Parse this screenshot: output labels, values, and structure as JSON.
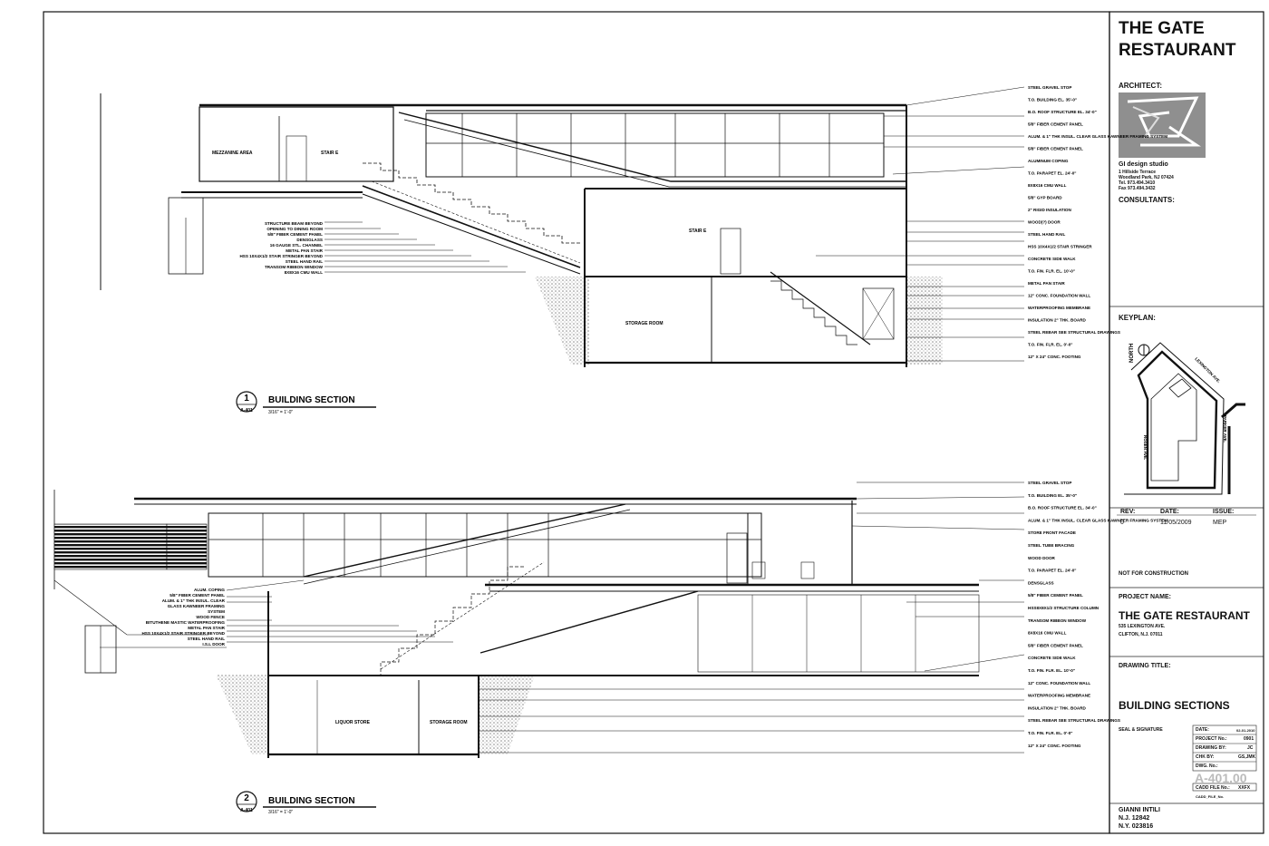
{
  "title_block": {
    "project_title_line1": "THE GATE",
    "project_title_line2": "RESTAURANT",
    "architect_label": "ARCHITECT:",
    "architect_firm": "GI design studio",
    "architect_address": [
      "1 Hillside Terrace",
      "Woodland Park, NJ 07424",
      "Tel. 973.494.3410",
      "Fax 973.494.3432"
    ],
    "consultants_label": "CONSULTANTS:",
    "keyplan_label": "KEYPLAN:",
    "keyplan_north": "NORTH",
    "keyplan_streets": [
      "LEXINGTON AVE.",
      "ROSEN AVE.",
      "PARKER AVE."
    ],
    "revision_headers": [
      "REV:",
      "DATE:",
      "ISSUE:"
    ],
    "revision_rows": [
      {
        "rev": "0",
        "date": "11/05/2009",
        "issue": "MEP"
      }
    ],
    "not_for_construction": "NOT FOR CONSTRUCTION",
    "project_name_label": "PROJECT NAME:",
    "project_name": "THE GATE RESTAURANT",
    "project_address_1": "535 LEXINGTON AVE.",
    "project_address_2": "CLIFTON, N.J. 07011",
    "drawing_title_label": "DRAWING TITLE:",
    "drawing_title": "BUILDING SECTIONS",
    "seal_label": "SEAL & SIGNATURE",
    "info_rows": [
      {
        "label": "DATE:",
        "value": "02-01-2010"
      },
      {
        "label": "PROJECT No.:",
        "value": "0901"
      },
      {
        "label": "DRAWING BY:",
        "value": "JC"
      },
      {
        "label": "CHK BY:",
        "value": "GS,JMK"
      },
      {
        "label": "DWG. No.:",
        "value": ""
      }
    ],
    "sheet_number": "A-401.00",
    "cadd_label": "CADD FILE No.:",
    "cadd_value": "XXFX",
    "cadd_file": "CADD_FILE_No.",
    "signer_name": "GIANNI INTILI",
    "signer_nj": "N.J. 12842",
    "signer_ny": "N.Y. 023816"
  },
  "sections": [
    {
      "number": "1",
      "sheet_ref": "A-401",
      "title": "BUILDING SECTION",
      "scale": "3/16\" = 1'-0\"",
      "rooms": [
        "MEZZANINE AREA",
        "STAIR E",
        "STAIR E",
        "STORAGE ROOM"
      ],
      "left_notes": [
        "STRUCTURE BEAM BEYOND",
        "OPENING TO DINING ROOM",
        "5/8\" FIBER CEMENT PANEL",
        "DENSGLASS",
        "16 GAUGE STL. CHANNEL",
        "METAL PAN STAIR",
        "HSS 10X4X1/2 STAIR STRINGER BEYOND",
        "STEEL HAND RAIL",
        "TRANSOM RIBBON WINDOW",
        "8X8X16 CMU WALL"
      ],
      "right_notes": [
        "STEEL GRAVEL STOP",
        "T.O. BUILDING EL. 35'-0\"",
        "B.O. ROOF STRUCTURE EL. 34'-0\"",
        "5/8\" FIBER CEMENT PANEL",
        "ALUM. & 1\" THK INSUL. CLEAR GLASS KAWNEER FRAMING SYSTEM",
        "5/8\" FIBER CEMENT PANEL",
        "ALUMINUM COPING",
        "T.O. PARAPET EL. 24'-0\"",
        "8X8X16 CMU WALL",
        "5/8\" GYP BOARD",
        "2\" RIGID INSULATION",
        "WOOD(?) DOOR",
        "STEEL HAND RAIL",
        "HSS 10X4X1/2 STAIR STRINGER",
        "CONCRETE SIDE WALK",
        "T.O. FIN. FLR. EL. 10'-0\"",
        "METAL PAN STAIR",
        "12\" CONC. FOUNDATION WALL",
        "WATERPROOFING MEMBRANE",
        "INSULATION 2\" THK. BOARD",
        "STEEL REBAR SEE STRUCTURAL DRAWINGS",
        "T.O. FIN. FLR. EL. 0'-0\"",
        "12\" X 24\" CONC. FOOTING"
      ]
    },
    {
      "number": "2",
      "sheet_ref": "A-401",
      "title": "BUILDING SECTION",
      "scale": "3/16\" = 1'-0\"",
      "rooms": [
        "LIQUOR STORE",
        "STORAGE ROOM"
      ],
      "left_notes": [
        "ALUM. COPING",
        "5/8\" FIBER CEMENT PANEL",
        "ALUM. & 1\" THK INSUL. CLEAR",
        "GLASS KAWNEER FRAMING",
        "SYSTEM",
        "WOOD FENCE",
        "BITUTHENE MASTIC WATERPROOFING",
        "METAL PAN STAIR",
        "HSS 10X4X1/2 STAIR STRINGER BEYOND",
        "STEEL HAND RAIL",
        "I.S.L DOOR"
      ],
      "right_notes": [
        "STEEL GRAVEL STOP",
        "T.O. BUILDING EL. 35'-0\"",
        "B.O. ROOF STRUCTURE EL. 34'-0\"",
        "ALUM. & 1\" THK INSUL. CLEAR GLASS KAWNEER FRAMING SYSTEM",
        "STORE FRONT FACADE",
        "STEEL TUBE BRACING",
        "WOOD DOOR",
        "T.O. PARAPET EL. 24'-0\"",
        "DENSGLASS",
        "5/8\" FIBER CEMENT PANEL",
        "HSS8X8X1/2 STRUCTURE COLUMN",
        "TRANSOM RIBBON WINDOW",
        "8X8X16 CMU WALL",
        "5/8\" FIBER CEMENT PANEL",
        "CONCRETE SIDE WALK",
        "T.O. FIN. FLR. EL. 10'-0\"",
        "12\" CONC. FOUNDATION WALL",
        "WATERPROOFING MEMBRANE",
        "INSULATION 2\" THK. BOARD",
        "STEEL REBAR SEE STRUCTURAL DRAWINGS",
        "T.O. FIN. FLR. EL. 0'-0\"",
        "12\" X 24\" CONC. FOOTING"
      ]
    }
  ],
  "colors": {
    "ink": "#111111",
    "ground_hatch": "#9a9a9a",
    "logo_bg": "#8f8f8f"
  }
}
